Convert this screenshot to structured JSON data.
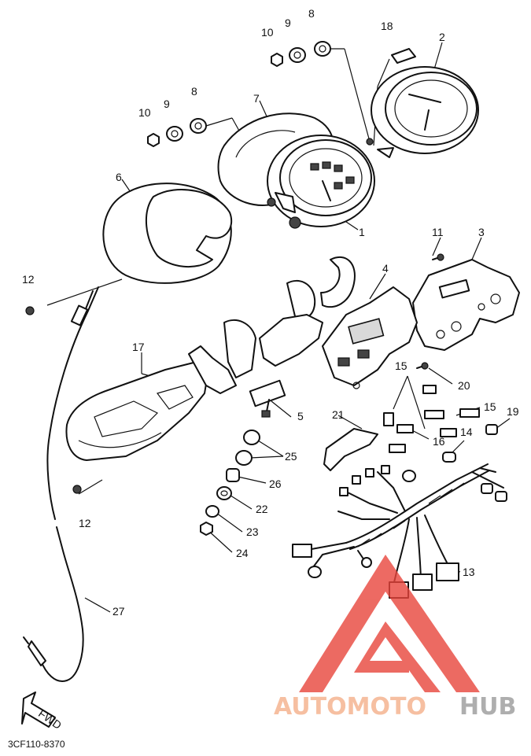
{
  "diagram": {
    "callouts": [
      {
        "id": "c1",
        "label": "1"
      },
      {
        "id": "c2",
        "label": "2"
      },
      {
        "id": "c3",
        "label": "3"
      },
      {
        "id": "c4",
        "label": "4"
      },
      {
        "id": "c5",
        "label": "5"
      },
      {
        "id": "c6",
        "label": "6"
      },
      {
        "id": "c7",
        "label": "7"
      },
      {
        "id": "c8a",
        "label": "8"
      },
      {
        "id": "c8b",
        "label": "8"
      },
      {
        "id": "c9a",
        "label": "9"
      },
      {
        "id": "c9b",
        "label": "9"
      },
      {
        "id": "c10a",
        "label": "10"
      },
      {
        "id": "c10b",
        "label": "10"
      },
      {
        "id": "c11",
        "label": "11"
      },
      {
        "id": "c12a",
        "label": "12"
      },
      {
        "id": "c12b",
        "label": "12"
      },
      {
        "id": "c13",
        "label": "13"
      },
      {
        "id": "c14",
        "label": "14"
      },
      {
        "id": "c15a",
        "label": "15"
      },
      {
        "id": "c15b",
        "label": "15"
      },
      {
        "id": "c16",
        "label": "16"
      },
      {
        "id": "c17",
        "label": "17"
      },
      {
        "id": "c18",
        "label": "18"
      },
      {
        "id": "c19",
        "label": "19"
      },
      {
        "id": "c20",
        "label": "20"
      },
      {
        "id": "c21",
        "label": "21"
      },
      {
        "id": "c22",
        "label": "22"
      },
      {
        "id": "c23",
        "label": "23"
      },
      {
        "id": "c24",
        "label": "24"
      },
      {
        "id": "c25",
        "label": "25"
      },
      {
        "id": "c26",
        "label": "26"
      },
      {
        "id": "c27",
        "label": "27"
      }
    ],
    "direction_label": "FWD",
    "part_code": "3CF110-8370"
  },
  "watermark": {
    "text_part1": "AUTOMOTO",
    "text_part2": "HUB",
    "color_part1": "#f4b08a",
    "color_part2": "#9a9a9a",
    "triangle_color": "#e8453c"
  }
}
